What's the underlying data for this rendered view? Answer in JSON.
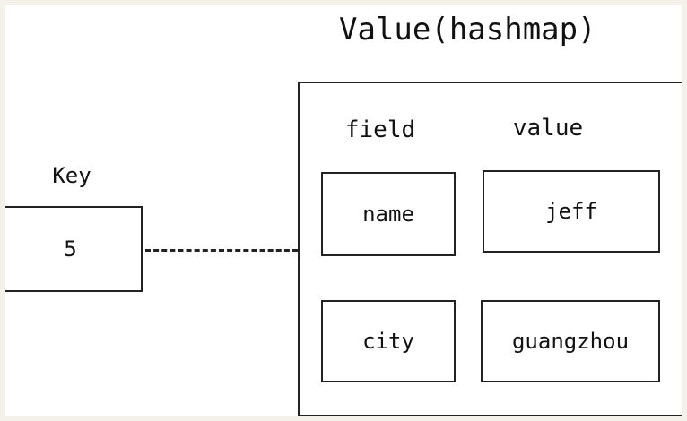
{
  "diagram": {
    "title": "Value(hashmap)",
    "key": {
      "label": "Key",
      "value": "5"
    },
    "hash": {
      "headers": {
        "field": "field",
        "value": "value"
      },
      "rows": [
        {
          "field": "name",
          "value": "jeff"
        },
        {
          "field": "city",
          "value": "guangzhou"
        }
      ]
    },
    "colors": {
      "stroke": "#222222",
      "background": "#ffffff",
      "frame": "#f4f1ea"
    }
  }
}
